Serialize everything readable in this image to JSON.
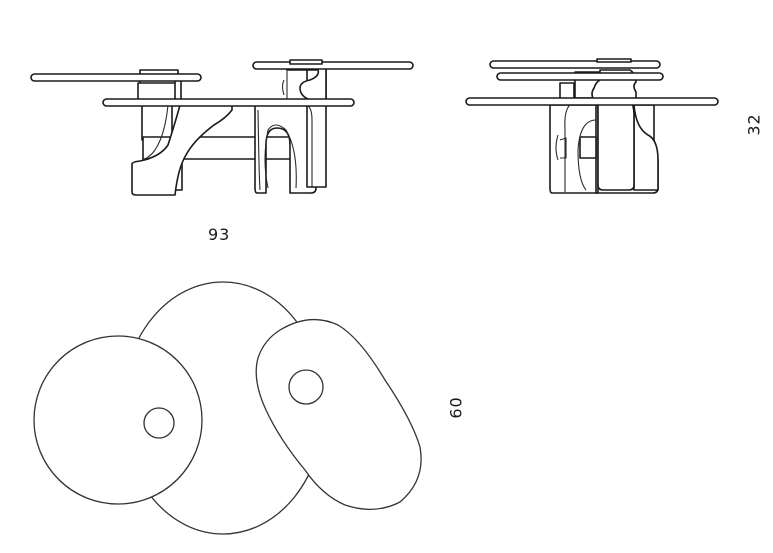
{
  "drawing": {
    "views": [
      "front-elevation",
      "side-elevation",
      "plan-view"
    ],
    "dimensions": {
      "width": "93",
      "height": "32",
      "depth": "60"
    },
    "line_color": "#1a1a1a",
    "background_color": "#ffffff"
  }
}
